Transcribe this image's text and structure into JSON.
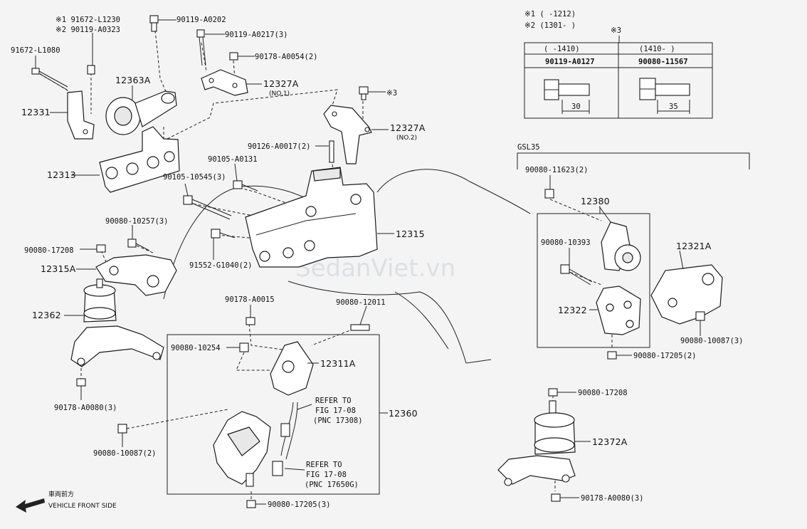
{
  "legend": {
    "note1": "※1 (     -1212)",
    "note2": "※2 (1301-     )",
    "note3_mark": "※3",
    "table": {
      "headers": [
        "(     -1410)",
        "(1410-     )"
      ],
      "parts": [
        "90119-A0127",
        "90080-11567"
      ],
      "dims": [
        "30",
        "35"
      ]
    }
  },
  "labels": {
    "l_1230": "※1 91672-L1230",
    "l_0323": "※2 90119-A0323",
    "l_1080": "91672-L1080",
    "l_0202": "90119-A0202",
    "l_0217": "90119-A0217(3)",
    "l_0054": "90178-A0054(2)",
    "l_12363A": "12363A",
    "l_12327A1": "12327A",
    "l_no1": "(NO.1)",
    "l_12331": "12331",
    "l_x3": "※3",
    "l_12327A2": "12327A",
    "l_no2": "(NO.2)",
    "l_0017": "90126-A0017(2)",
    "l_12313": "12313",
    "l_0131": "90105-A0131",
    "l_10545": "90105-10545(3)",
    "l_10257": "90080-10257(3)",
    "l_12315": "12315",
    "l_17208a": "90080-17208",
    "l_12315A": "12315A",
    "l_g1040": "91552-G1040(2)",
    "l_12362": "12362",
    "l_0015": "90178-A0015",
    "l_12011": "90080-12011",
    "l_10254": "90080-10254",
    "l_12311A": "12311A",
    "l_refer1a": "REFER TO",
    "l_refer1b": "FIG 17-08",
    "l_refer1c": "(PNC 17308)",
    "l_12360": "12360",
    "l_0080a": "90178-A0080(3)",
    "l_10087a": "90080-10087(2)",
    "l_refer2a": "REFER TO",
    "l_refer2b": "FIG 17-08",
    "l_refer2c": "(PNC 17650G)",
    "l_17205a": "90080-17205(3)",
    "l_front_jp": "車両前方",
    "l_front": "VEHICLE FRONT SIDE",
    "l_gsl35": "GSL35",
    "l_11623": "90080-11623(2)",
    "l_12380": "12380",
    "l_10393": "90080-10393",
    "l_12321A": "12321A",
    "l_12322": "12322",
    "l_10087b": "90080-10087(3)",
    "l_17205b": "90080-17205(2)",
    "l_17208b": "90080-17208",
    "l_12372A": "12372A",
    "l_0080b": "90178-A0080(3)"
  },
  "watermark": "SedanViet.vn"
}
